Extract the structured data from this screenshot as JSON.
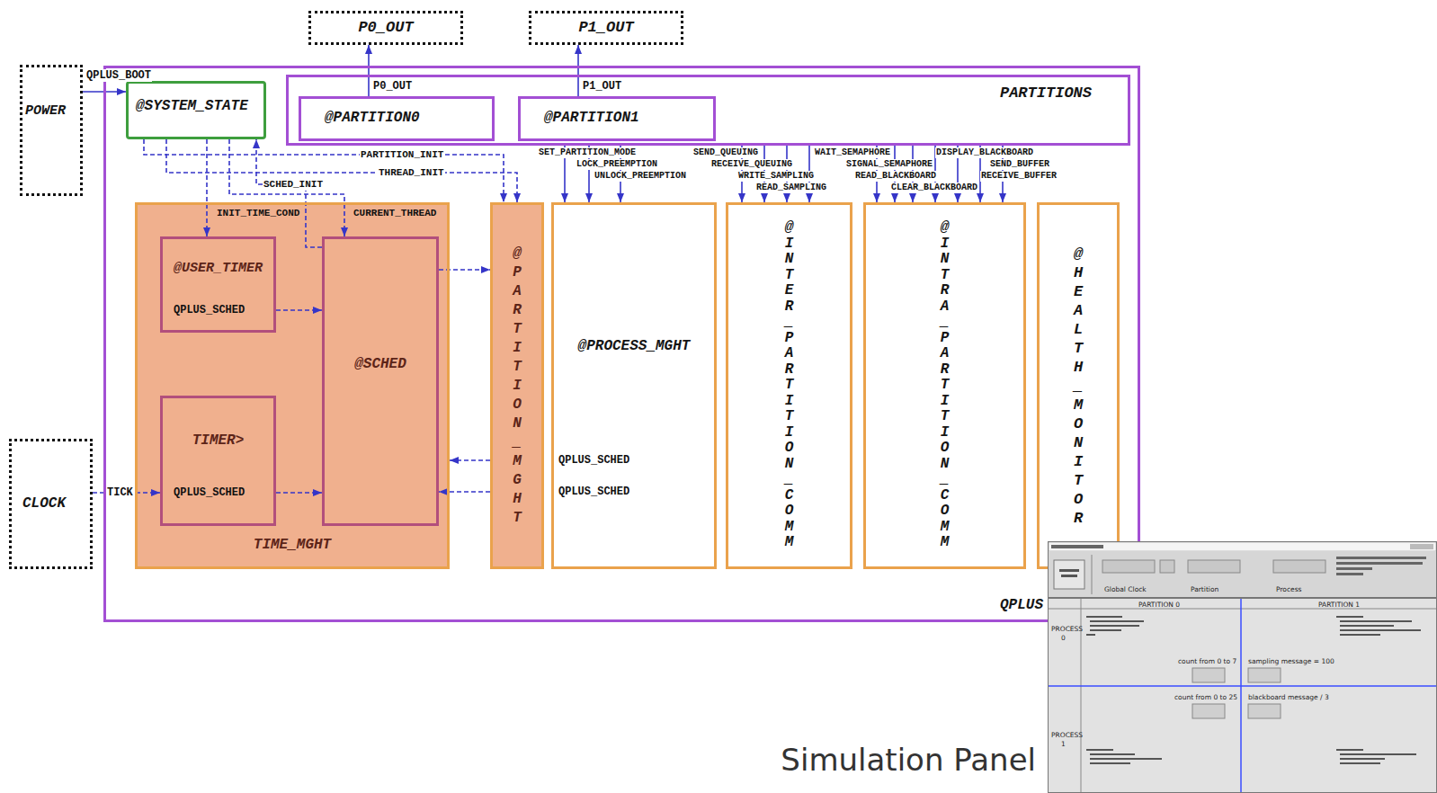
{
  "diagram": {
    "nodes": [
      {
        "text": [
          "P0_OUT"
        ]
      },
      {
        "text": [
          "P1_OUT"
        ]
      },
      {
        "text": [
          "POWER"
        ]
      },
      {
        "text": [
          "QPLUS"
        ]
      },
      {
        "text": [
          "@SYSTEM_STATE"
        ],
        "in": 3
      },
      {
        "text": [
          "PARTITIONS"
        ],
        "in": 3
      },
      {
        "text": [
          "@PARTITION0"
        ],
        "in": 5
      },
      {
        "text": [
          "@PARTITION1"
        ],
        "in": 5
      },
      {
        "text": [
          "TIME_MGHT"
        ],
        "in": 3
      },
      {
        "text": [
          "@USER_TIMER"
        ],
        "in": 8
      },
      {
        "text": [
          "@SCHED"
        ],
        "in": 8
      },
      {
        "text": [
          "TIMER>"
        ],
        "in": 8
      },
      {
        "text": [
          "@PARTITION_MGHT"
        ],
        "in": 3
      },
      {
        "text": [
          "@PROCESS_MGHT"
        ],
        "in": 3
      },
      {
        "text": [
          "@INTER_PARTITION_COMM"
        ],
        "in": 3
      },
      {
        "text": [
          "@INTRA_PARTITION_COMM"
        ],
        "in": 3
      },
      {
        "text": [
          "@HEALTH_MONITOR"
        ],
        "in": 3
      },
      {
        "text": [
          "CLOCK"
        ]
      },
      {
        "text": [
          "Simulation Panel"
        ]
      }
    ],
    "edges": [
      {
        "from": 2,
        "to": 4,
        "label": "QPLUS_BOOT",
        "arrow": "to"
      },
      {
        "from": 6,
        "to": 0,
        "label": "P0_OUT",
        "arrow": "to"
      },
      {
        "from": 7,
        "to": 1,
        "label": "P1_OUT",
        "arrow": "to"
      },
      {
        "from": 4,
        "to": 12,
        "label": "PARTITION_INIT",
        "arrow": "to"
      },
      {
        "from": 4,
        "to": 12,
        "label": "THREAD_INIT",
        "arrow": "to"
      },
      {
        "from": 10,
        "to": 4,
        "label": "SCHED_INIT",
        "arrow": "to"
      },
      {
        "from": 4,
        "to": 9,
        "label": "INIT_TIME_COND",
        "arrow": "to"
      },
      {
        "from": 4,
        "to": 10,
        "arrow": "to"
      },
      {
        "from": 10,
        "to": 12,
        "label": "CURRENT_THREAD",
        "arrow": "to"
      },
      {
        "from": 9,
        "to": 10,
        "label": "QPLUS_SCHED",
        "arrow": "to"
      },
      {
        "from": 11,
        "to": 10,
        "label": "QPLUS_SCHED",
        "arrow": "to"
      },
      {
        "from": 17,
        "to": 11,
        "label": "TICK",
        "arrow": "to"
      },
      {
        "from": 12,
        "to": 8,
        "label": "QPLUS_SCHED",
        "arrow": "to"
      },
      {
        "from": 12,
        "to": 10,
        "label": "QPLUS_SCHED",
        "arrow": "to"
      },
      {
        "from": 5,
        "to": 13,
        "label": "SET_PARTITION_MODE",
        "arrow": "to"
      },
      {
        "from": 5,
        "to": 13,
        "label": "LOCK_PREEMPTION",
        "arrow": "to"
      },
      {
        "from": 5,
        "to": 13,
        "label": "UNLOCK_PREEMPTION",
        "arrow": "to"
      },
      {
        "from": 5,
        "to": 14,
        "label": "SEND_QUEUING",
        "arrow": "to"
      },
      {
        "from": 5,
        "to": 14,
        "label": "RECEIVE_QUEUING",
        "arrow": "to"
      },
      {
        "from": 5,
        "to": 14,
        "label": "WRITE_SAMPLING",
        "arrow": "to"
      },
      {
        "from": 5,
        "to": 14,
        "label": "READ_SAMPLING",
        "arrow": "to"
      },
      {
        "from": 5,
        "to": 15,
        "label": "WAIT_SEMAPHORE",
        "arrow": "to"
      },
      {
        "from": 5,
        "to": 15,
        "label": "SIGNAL_SEMAPHORE",
        "arrow": "to"
      },
      {
        "from": 5,
        "to": 15,
        "label": "DISPLAY_BLACKBOARD",
        "arrow": "to"
      },
      {
        "from": 5,
        "to": 15,
        "label": "READ_BLACKBOARD",
        "arrow": "to"
      },
      {
        "from": 5,
        "to": 15,
        "label": "CLEAR_BLACKBOARD",
        "arrow": "to"
      },
      {
        "from": 5,
        "to": 15,
        "label": "SEND_BUFFER",
        "arrow": "to"
      },
      {
        "from": 5,
        "to": 15,
        "label": "RECEIVE_BUFFER",
        "arrow": "to"
      }
    ],
    "labels": [
      "Global Clock",
      "Partition",
      "Process",
      "PARTITION 0",
      "PARTITION 1",
      "PROCESS",
      "0",
      "count from 0 to 7",
      "sampling message = 100",
      "count from 0 to 25",
      "blackboard message / 3",
      "PROCESS",
      "1"
    ]
  }
}
